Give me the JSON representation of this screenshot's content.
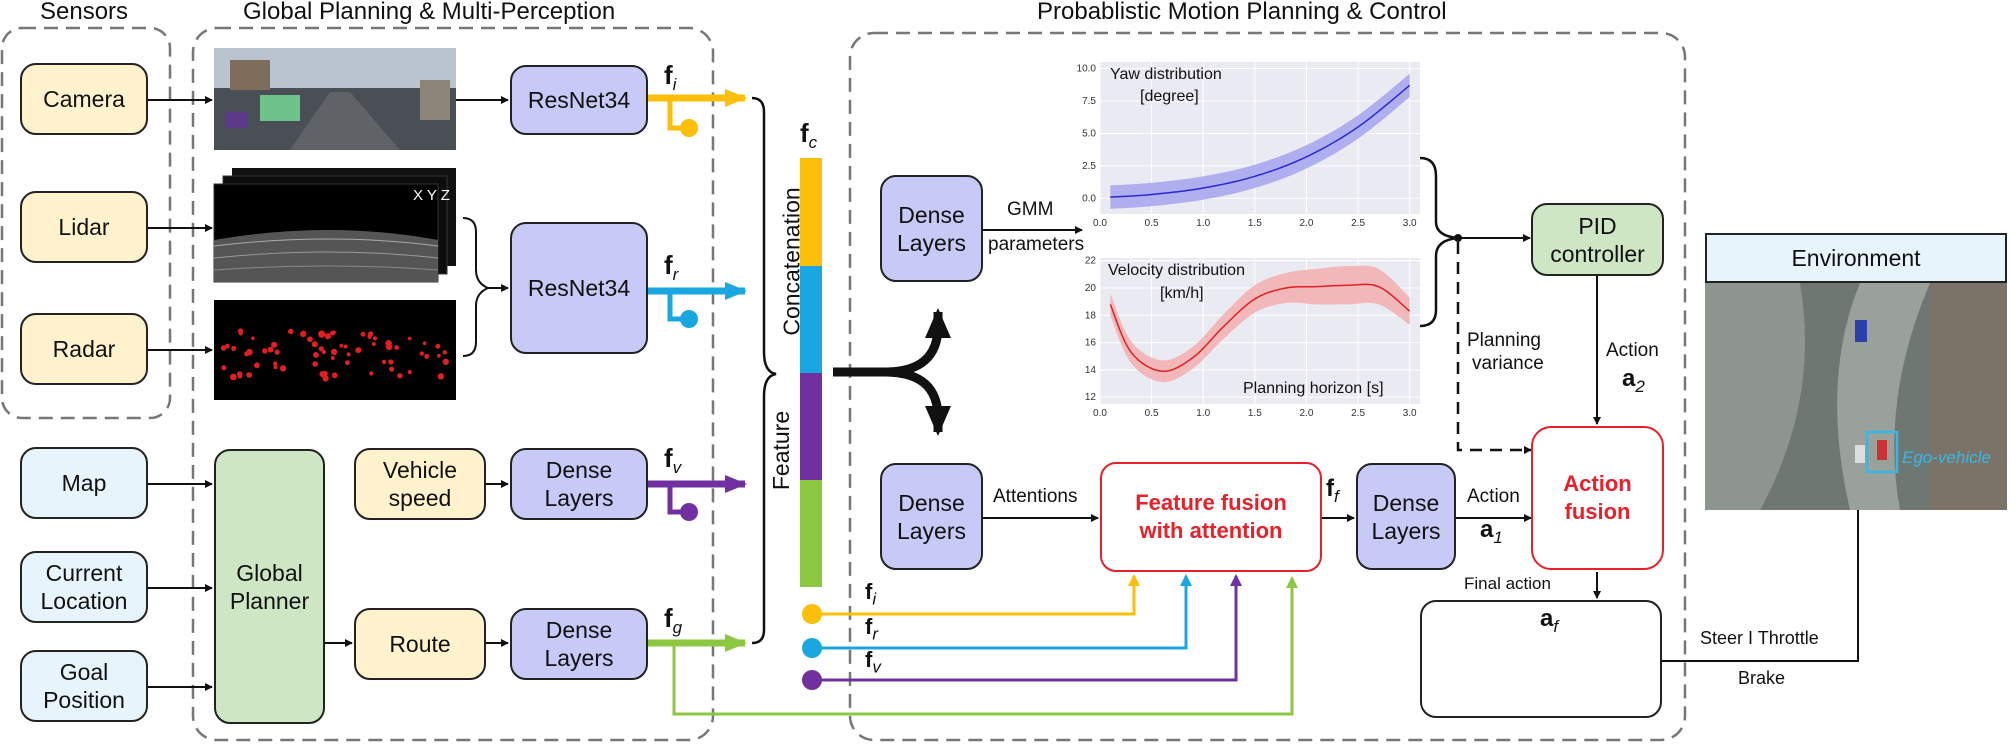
{
  "sections": {
    "sensors": "Sensors",
    "global": "Global Planning & Multi-Perception",
    "planning": "Probablistic Motion Planning & Control"
  },
  "inputs": {
    "camera": "Camera",
    "lidar": "Lidar",
    "radar": "Radar",
    "map": "Map",
    "current_location_1": "Current",
    "current_location_2": "Location",
    "goal_position_1": "Goal",
    "goal_position_2": "Position"
  },
  "modules": {
    "resnet_cam": "ResNet34",
    "resnet_lr": "ResNet34",
    "global_planner_1": "Global",
    "global_planner_2": "Planner",
    "vehicle_speed_1": "Vehicle",
    "vehicle_speed_2": "speed",
    "route": "Route",
    "dense_1": "Dense",
    "dense_2": "Layers",
    "feature_fusion_1": "Feature fusion",
    "feature_fusion_2": "with attention",
    "pid_1": "PID",
    "pid_2": "controller",
    "action_fusion_1": "Action",
    "action_fusion_2": "fusion",
    "environment": "Environment"
  },
  "features": {
    "f": "f",
    "i": "i",
    "r": "r",
    "v": "v",
    "g": "g",
    "c": "c"
  },
  "labels": {
    "concatenation": "Concatenation",
    "feature": "Feature",
    "gmm_1": "GMM",
    "gmm_2": "parameters",
    "attentions": "Attentions",
    "planning_variance_1": "Planning",
    "planning_variance_2": "variance",
    "action": "Action",
    "a": "a",
    "a1_sub": "1",
    "a2_sub": "2",
    "af_sub": "f",
    "final_action": "Final action",
    "steer_throttle": "Steer  I  Throttle",
    "brake": "Brake",
    "ego_vehicle": "Ego-vehicle",
    "lidar_axes": "X  Y  Z"
  },
  "colors": {
    "orange": "#fbbf0a",
    "blue": "#1aa7e0",
    "purple": "#7030a0",
    "green": "#8dc63f",
    "red": "#e8202a",
    "yaw_line": "#2a2ad0",
    "yaw_band": "#a9a9ee",
    "vel_line": "#e02020",
    "vel_band": "#f3b2b2"
  },
  "chart_data": [
    {
      "type": "line",
      "title": "Yaw distribution",
      "ylabel": "[degree]",
      "x": [
        0.1,
        0.5,
        1.0,
        1.5,
        2.0,
        2.5,
        3.0
      ],
      "series": [
        {
          "values": [
            0.1,
            0.3,
            0.8,
            1.7,
            3.2,
            5.5,
            8.7
          ]
        }
      ],
      "band_half_width": [
        0.9,
        0.9,
        0.9,
        0.9,
        0.9,
        0.9,
        0.9
      ],
      "xticks": [
        "0.5",
        "1.0",
        "1.5",
        "2.0",
        "2.5",
        "3.0",
        "0.0"
      ],
      "yticks": [
        "10.0",
        "7.5",
        "5.0",
        "2.5",
        "0.0"
      ],
      "ylim": [
        -1.2,
        10.5
      ],
      "xlim": [
        0,
        3.1
      ]
    },
    {
      "type": "line",
      "title": "Velocity distribution",
      "ylabel": "[km/h]",
      "xlabel": "Planning horizon [s]",
      "x": [
        0.1,
        0.3,
        0.6,
        0.9,
        1.2,
        1.5,
        1.8,
        2.1,
        2.4,
        2.7,
        3.0
      ],
      "series": [
        {
          "values": [
            18.8,
            15.3,
            13.9,
            14.9,
            17.2,
            19.2,
            20.0,
            20.1,
            20.2,
            20.1,
            18.3
          ]
        }
      ],
      "band_half_width": [
        0.8,
        0.8,
        0.8,
        0.8,
        0.9,
        1.0,
        1.1,
        1.3,
        1.4,
        1.3,
        1.0
      ],
      "xticks": [
        "0.0",
        "0.5",
        "1.0",
        "1.5",
        "2.0",
        "2.5",
        "3.0"
      ],
      "yticks": [
        "22",
        "20",
        "18",
        "16",
        "14",
        "12"
      ],
      "ylim": [
        11.5,
        22.2
      ],
      "xlim": [
        0,
        3.1
      ]
    }
  ]
}
